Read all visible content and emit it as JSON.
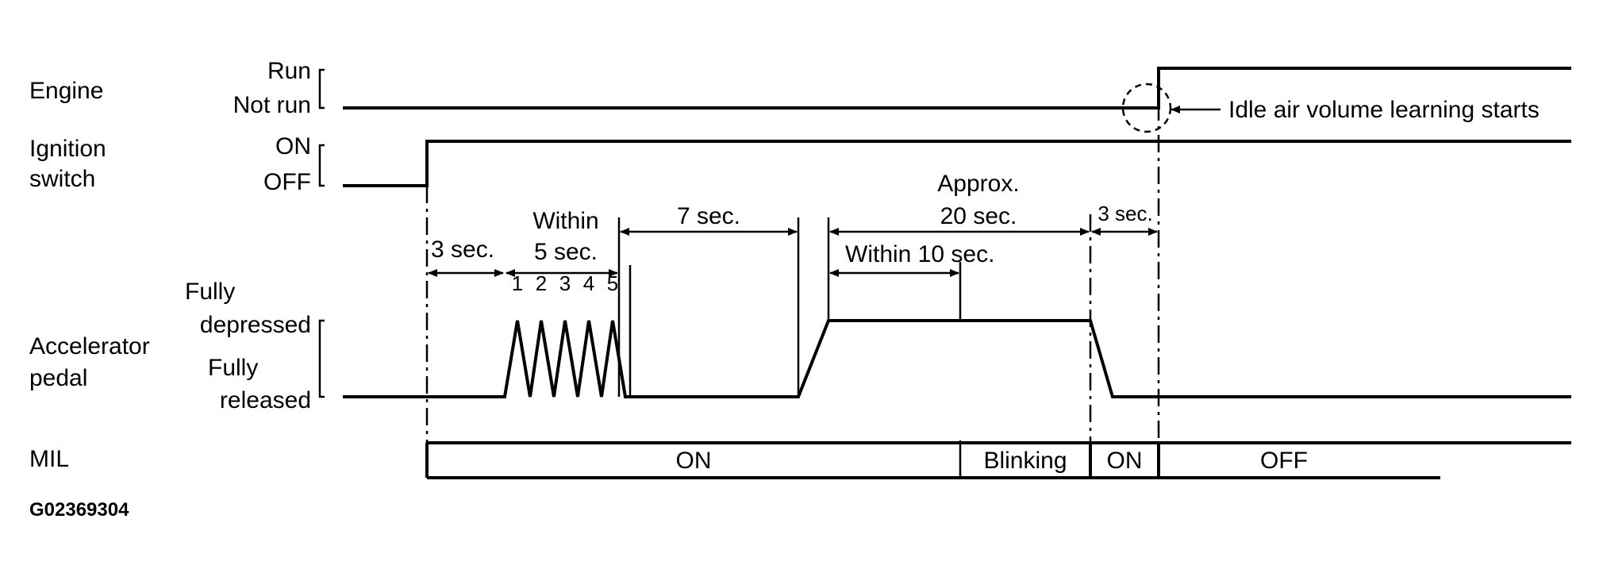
{
  "signals": {
    "engine": {
      "name": "Engine",
      "high": "Run",
      "low": "Not run"
    },
    "ignition": {
      "name_line1": "Ignition",
      "name_line2": "switch",
      "high": "ON",
      "low": "OFF"
    },
    "pedal": {
      "name_line1": "Accelerator",
      "name_line2": "pedal",
      "high_line1": "Fully",
      "high_line2": "depressed",
      "low_line1": "Fully",
      "low_line2": "released",
      "press_numbers": [
        "1",
        "2",
        "3",
        "4",
        "5"
      ]
    },
    "mil": {
      "name": "MIL"
    }
  },
  "timing": {
    "t1": "3 sec.",
    "t2_line1": "Within",
    "t2_line2": "5 sec.",
    "t3": "7 sec.",
    "t4_line1": "Approx.",
    "t4_line2": "20 sec.",
    "t5": "Within 10 sec.",
    "t6": "3 sec."
  },
  "mil_states": [
    "ON",
    "Blinking",
    "ON",
    "OFF"
  ],
  "annotation": "Idle air volume learning starts",
  "figure_code": "G02369304"
}
